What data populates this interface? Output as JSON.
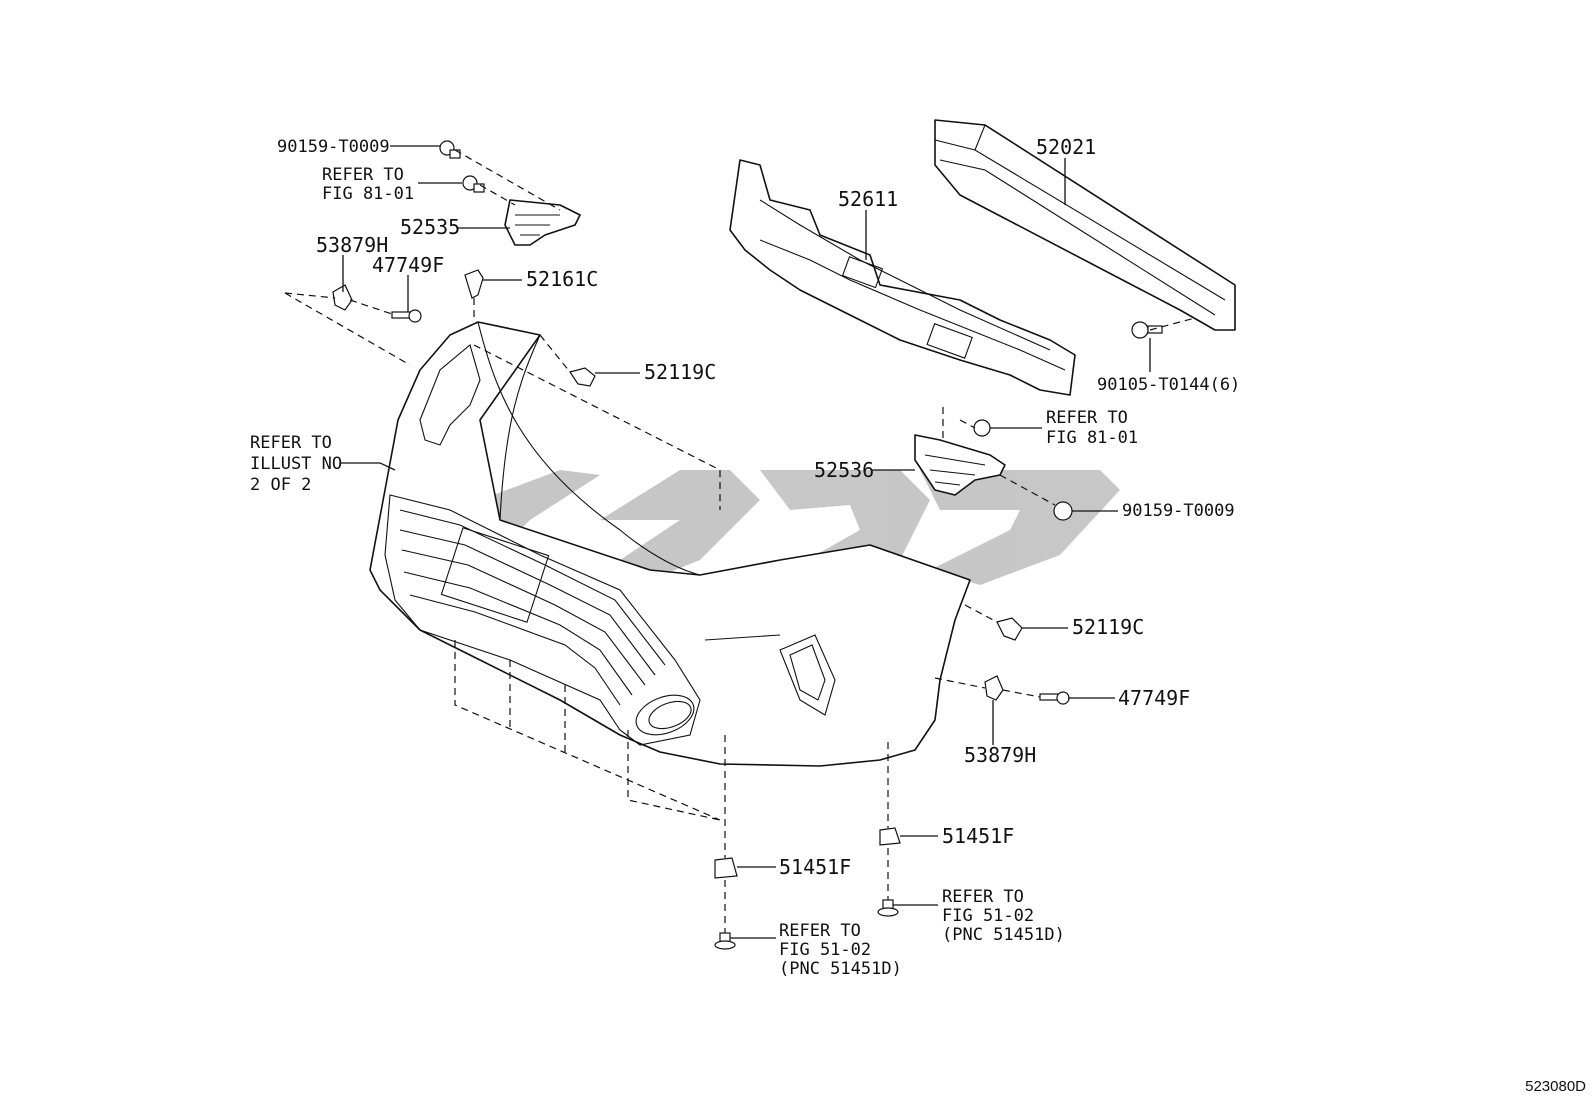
{
  "parts": {
    "p90159_top": "90159-T0009",
    "refer_fig8101_top": [
      "REFER TO",
      "FIG 81-01"
    ],
    "p52535": "52535",
    "p53879H_left": "53879H",
    "p47749F_left": "47749F",
    "p52161C": "52161C",
    "p52119C_top": "52119C",
    "refer_illust": [
      "REFER TO",
      "ILLUST NO",
      "2 OF 2"
    ],
    "p52611": "52611",
    "p52021": "52021",
    "p90105": "90105-T0144(6)",
    "refer_fig8101_right": [
      "REFER TO",
      "FIG 81-01"
    ],
    "p52536": "52536",
    "p90159_right": "90159-T0009",
    "p52119C_right": "52119C",
    "p47749F_right": "47749F",
    "p53879H_right": "53879H",
    "p51451F_right": "51451F",
    "refer_fig5102_right": [
      "REFER TO",
      "FIG 51-02",
      "(PNC 51451D)"
    ],
    "p51451F_bottom": "51451F",
    "refer_fig5102_bottom": [
      "REFER TO",
      "FIG 51-02",
      "(PNC 51451D)"
    ]
  },
  "illustration_code": "523080D"
}
